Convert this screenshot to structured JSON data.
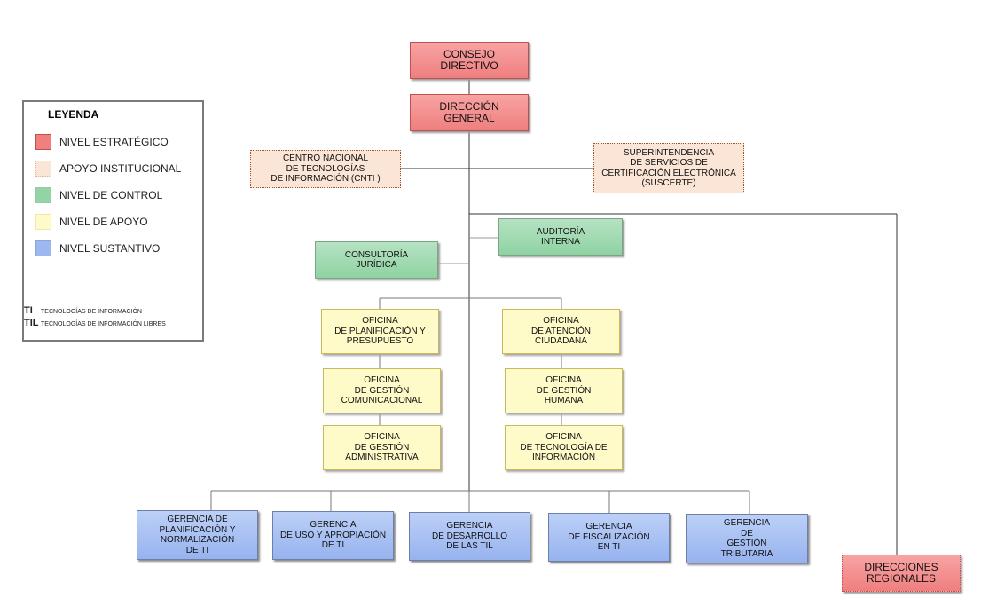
{
  "legend": {
    "title": "LEYENDA",
    "items": [
      {
        "label": "NIVEL ESTRATÉGICO",
        "color": "#ef8080"
      },
      {
        "label": "APOYO INSTITUCIONAL",
        "color": "#fbe5d6"
      },
      {
        "label": "NIVEL DE CONTROL",
        "color": "#93d4a6"
      },
      {
        "label": "NIVEL DE  APOYO",
        "color": "#fffbc8"
      },
      {
        "label": "NIVEL  SUSTANTIVO",
        "color": "#9db8f0"
      }
    ],
    "abbreviations": [
      {
        "code": "TI",
        "meaning": "TECNOLOGÍAS DE INFORMACIÓN"
      },
      {
        "code": "TIL",
        "meaning": "TECNOLOGÍAS DE INFORMACIÓN LIBRES"
      }
    ]
  },
  "nodes": {
    "consejo": {
      "lines": [
        "CONSEJO",
        "DIRECTIVO"
      ]
    },
    "direccion": {
      "lines": [
        "DIRECCIÓN",
        "GENERAL"
      ]
    },
    "cnti": {
      "lines": [
        "CENTRO NACIONAL",
        "DE TECNOLOGÍAS",
        "DE  INFORMACIÓN (CNTI )"
      ]
    },
    "suscerte": {
      "lines": [
        "SUPERINTENDENCIA",
        "DE SERVICIOS DE",
        "CERTIFICACIÓN ELECTRÓNICA",
        "(SUSCERTE)"
      ]
    },
    "auditoria": {
      "lines": [
        "AUDITORÍA",
        "INTERNA"
      ]
    },
    "consultoria": {
      "lines": [
        "CONSULTORÍA",
        "JURÍDICA"
      ]
    },
    "planificacion": {
      "lines": [
        "OFICINA",
        "DE PLANIFICACIÓN Y",
        "PRESUPUESTO"
      ]
    },
    "atencion": {
      "lines": [
        "OFICINA",
        "DE ATENCIÓN",
        "CIUDADANA"
      ]
    },
    "comunicacional": {
      "lines": [
        "OFICINA",
        "DE GESTIÓN",
        "COMUNICACIONAL"
      ]
    },
    "humana": {
      "lines": [
        "OFICINA",
        "DE GESTIÓN",
        "HUMANA"
      ]
    },
    "administrativa": {
      "lines": [
        "OFICINA",
        "DE GESTIÓN",
        "ADMINISTRATIVA"
      ]
    },
    "tecnologia": {
      "lines": [
        "OFICINA",
        "DE TECNOLOGÍA DE",
        "INFORMACIÓN"
      ]
    },
    "ger_planificacion": {
      "lines": [
        "GERENCIA DE",
        "PLANIFICACIÓN Y",
        "NORMALIZACIÓN",
        "DE TI"
      ]
    },
    "ger_uso": {
      "lines": [
        "GERENCIA",
        "DE USO Y APROPIACIÓN",
        "DE TI"
      ]
    },
    "ger_desarrollo": {
      "lines": [
        "GERENCIA",
        "DE DESARROLLO",
        "DE LAS TIL"
      ]
    },
    "ger_fiscalizacion": {
      "lines": [
        "GERENCIA",
        "DE FISCALIZACIÓN",
        "EN TI"
      ]
    },
    "ger_tributaria": {
      "lines": [
        "GERENCIA",
        "DE",
        "GESTIÓN",
        "TRIBUTARIA"
      ]
    },
    "regionales": {
      "lines": [
        "DIRECCIONES",
        "REGIONALES"
      ]
    }
  }
}
